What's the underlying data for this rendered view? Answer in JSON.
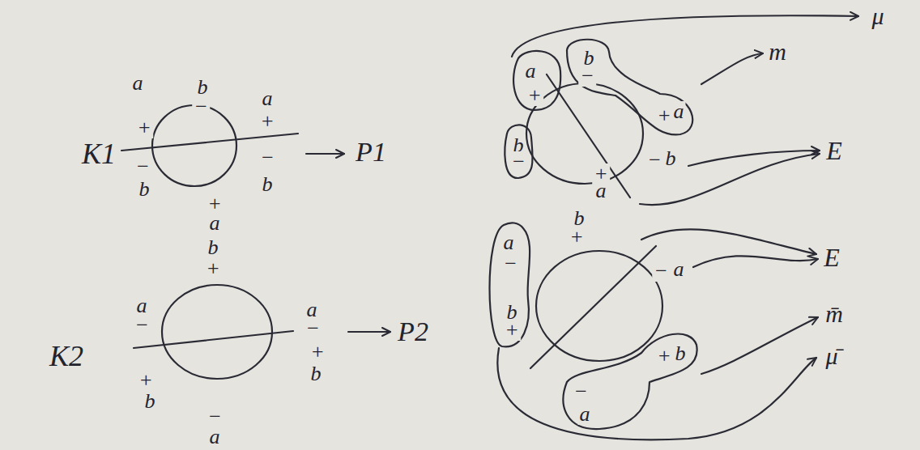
{
  "diagram": {
    "labels": [
      "K1",
      "a",
      "+",
      "b",
      "−",
      "a",
      "+",
      "−",
      "b",
      "−",
      "b",
      "+",
      "a",
      "P1",
      "K2",
      "b",
      "+",
      "a",
      "−",
      "a",
      "−",
      "+",
      "b",
      "+",
      "b",
      "−",
      "a",
      "P2",
      "a",
      "+",
      "b",
      "−",
      "+",
      "a",
      "b",
      "−",
      "−",
      "b",
      "+",
      "a",
      "m",
      "μ",
      "E",
      "b",
      "+",
      "a",
      "−",
      "b",
      "+",
      "−",
      "a",
      "+",
      "b",
      "−",
      "a",
      "E",
      "m̄",
      "μ̄"
    ]
  }
}
